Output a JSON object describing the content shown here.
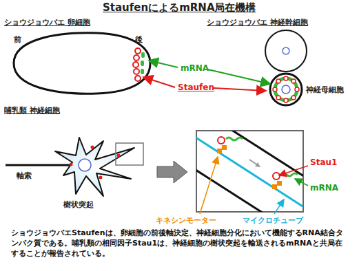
{
  "diagram": {
    "title": "StaufenによるmRNA局在機構",
    "caption": "ショウジョウバエStaufenは、卵細胞の前後軸決定、神経細胞分化において機能するRNA結合タンパク質である。哺乳類の相同因子Stau1は、神経細胞の樹状突起を輸送されるmRNAと共局在することが報告されている。",
    "labels": [
      "ショウジョウバエ 卵細胞",
      "前",
      "後",
      "mRNA",
      "Staufen",
      "ショウジョウバエ 神経幹細胞",
      "神経母細胞",
      "哺乳類 神経細胞",
      "軸索",
      "樹状突起",
      "Stau1",
      "mRNA",
      "キネシンモーター",
      "マイクロチューブ"
    ]
  }
}
